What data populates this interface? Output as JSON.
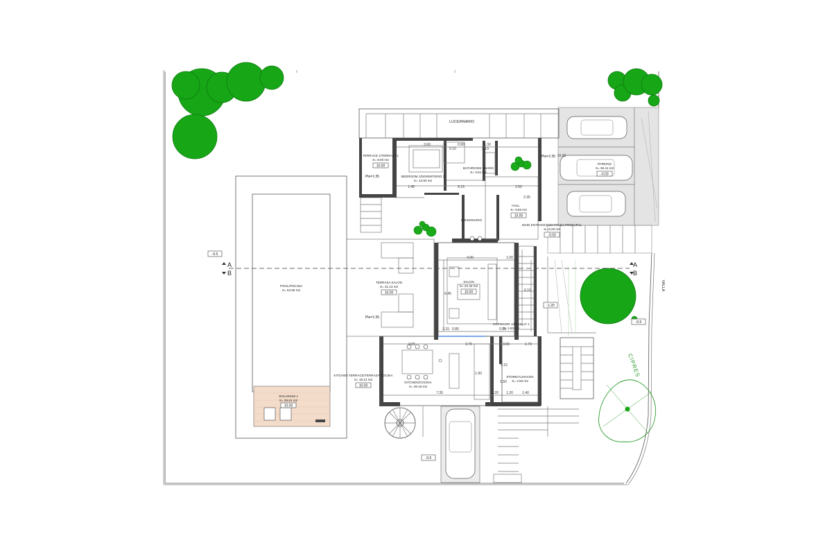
{
  "rooms": {
    "lucernario_top": "LUCERNARIO",
    "terrace_1": {
      "name": "TERRACE 1/TERRAZA 1",
      "area": "S= 8.50 m2",
      "level": "10.00"
    },
    "bedroom": {
      "name": "BEDROOM 1/DORMITORIO 1",
      "area": "S= 13.50 m2"
    },
    "bathroom": {
      "name": "BATHROOM 1/BAÑO",
      "area": "S= 3.51 m2"
    },
    "hall": {
      "name": "HALL",
      "area": "S= 9.83 m2",
      "level": "10.00"
    },
    "lucernario_mid": "LUCERNARIO",
    "main_entrance": {
      "name": "MAIN ENTRANCE/ENTRADA PRINCIPAL",
      "area": "S= 8.20 m2",
      "level": "-0.03"
    },
    "parking": {
      "name": "PARKING",
      "area": "S= 38.41 m2",
      "level": "-0.03"
    },
    "pool": {
      "name": "POOL/PISCINA",
      "area": "S= 53.55 m2"
    },
    "terraza_salon": {
      "name": "TERRAZA SALON",
      "area": "S= 31.13 m2",
      "level": "10.00"
    },
    "salon": {
      "name": "SALON",
      "area": "S= 22.42 m2",
      "level": "10.00"
    },
    "corridor": {
      "name": "CORRIDOR 1/PASILLO 1",
      "area": "S= 2.83 m2"
    },
    "kitchen_terrace": {
      "name": "KITCHEN TERRACE/TERRAZA COCINA",
      "area": "S= 18.12 m2",
      "level": "10.00"
    },
    "kitchen": {
      "name": "KITCHEN/COCINA",
      "area": "S= 30.18 m2"
    },
    "store": {
      "name": "STORE/ALMACEN",
      "area": "S= 2.50 m2"
    },
    "solarium": {
      "name": "SOLARIUM 1",
      "area": "S= 29.81 m2",
      "level": "10.00"
    }
  },
  "levels": {
    "west": "-0.5",
    "east": "-0.5",
    "south": "-0.5",
    "garden": "-1.20",
    "pend_1": "Pte=1:35",
    "pend_2": "Pte=1:35",
    "pend_3": "Pte=1:35",
    "south_entry_dim": "±0.00"
  },
  "section": {
    "left_a": "A",
    "left_b": "B",
    "right_a": "A",
    "right_b": "B"
  },
  "site_labels": {
    "valla": "VALLA",
    "cipres": "CIPRES"
  },
  "dimensions": {
    "d_360": "3.60",
    "d_010": "0.10",
    "d_130": "1.30",
    "d_090": "0.90",
    "d_210": "2.10",
    "d_145": "1.45",
    "d_515": "5.15",
    "d_250": "2.50",
    "d_235": "2.35",
    "d_400": "4.00",
    "d_100": "1.00",
    "d_645": "6.45",
    "d_610": "6.10",
    "d_085": "0.85",
    "d_005": "0.05",
    "d_315": "3.15",
    "d_365": "3.65",
    "d_370": "3.70",
    "d_300": "3.00",
    "d_170": "1.70",
    "d_735": "7.35",
    "d_415": "4.15",
    "d_120": "1.20",
    "d_190": "1.90",
    "d_140": "1.40",
    "d_150": "1.50",
    "d_020": "0.20"
  },
  "colors": {
    "tree": "#16a616",
    "tree_outline": "#2d9a2d",
    "parking_gray": "#e4e4e4",
    "solarium_wood": "#f4dccb",
    "wall": "#444444",
    "glass_blue": "#2f6fe0"
  }
}
